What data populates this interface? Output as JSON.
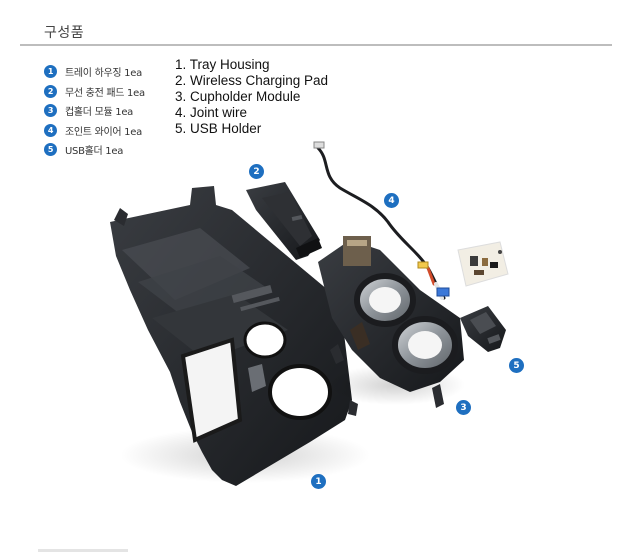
{
  "section_title": "구성품",
  "parts_kr": [
    {
      "num": "1",
      "label": "트레이 하우징 1ea"
    },
    {
      "num": "2",
      "label": "무선 충전 패드 1ea"
    },
    {
      "num": "3",
      "label": "컵홀더 모듈 1ea"
    },
    {
      "num": "4",
      "label": "조인트 와이어 1ea"
    },
    {
      "num": "5",
      "label": "USB홀더 1ea"
    }
  ],
  "parts_en": [
    "1. Tray Housing",
    "2. Wireless Charging Pad",
    "3. Cupholder Module",
    "4. Joint wire",
    "5. USB Holder"
  ],
  "callouts": [
    "1",
    "2",
    "3",
    "4",
    "5"
  ],
  "colors": {
    "badge": "#1e6fc0",
    "rule": "#bdbdbd",
    "plastic": "#2b2d31",
    "metal": "#9aa0a6"
  }
}
